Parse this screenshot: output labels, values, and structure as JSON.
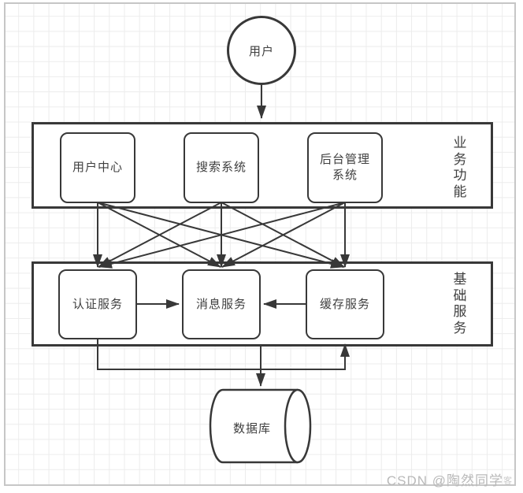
{
  "diagram": {
    "user": {
      "label": "用户"
    },
    "business_band": {
      "side_label": "业务功能",
      "nodes": [
        {
          "label": "用户中心"
        },
        {
          "label": "搜索系统"
        },
        {
          "label": "后台管理系统"
        }
      ]
    },
    "infra_band": {
      "side_label": "基础服务",
      "nodes": [
        {
          "label": "认证服务"
        },
        {
          "label": "消息服务"
        },
        {
          "label": "缓存服务"
        }
      ]
    },
    "database": {
      "label": "数据库"
    },
    "watermark": {
      "text": "CSDN @陶然同学",
      "tail": "客"
    },
    "colors": {
      "line": "#383838",
      "grid": "#ececec",
      "frame_border": "#c6c6c6",
      "text": "#3f3f3f",
      "watermark": "#b9b9b9"
    }
  }
}
